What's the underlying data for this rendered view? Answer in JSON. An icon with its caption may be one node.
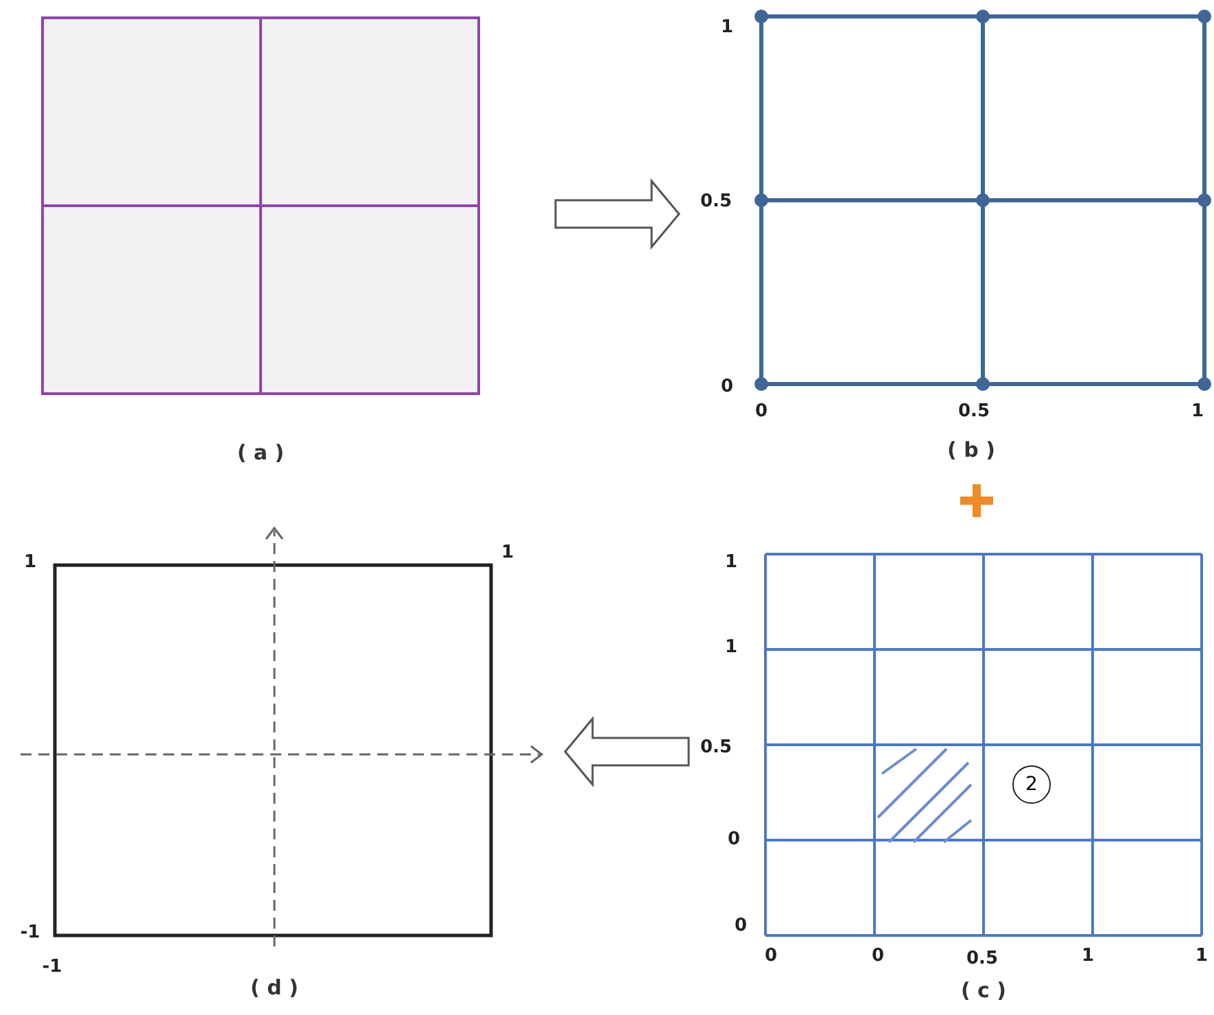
{
  "diagram": {
    "nodes": [
      {
        "text": [],
        "shape": "grid",
        "beside": [
          "( a )"
        ]
      },
      {
        "text": [],
        "shape": "grid",
        "beside": [
          "( b )"
        ]
      },
      {
        "text": [],
        "shape": "grid",
        "beside": [
          "( c )"
        ]
      },
      {
        "text": [],
        "shape": "box",
        "beside": [
          "( d )"
        ]
      },
      {
        "text": [
          "2"
        ],
        "in": 2
      }
    ],
    "edges": [
      {
        "from": 0,
        "to": 1,
        "arrow": "to"
      },
      {
        "from": 2,
        "to": 3,
        "arrow": "to"
      }
    ],
    "labels": [
      "1",
      "0.5",
      "0",
      "0",
      "0.5",
      "1",
      "1",
      "1",
      "0.5",
      "0",
      "0",
      "0",
      "0",
      "0.5",
      "1",
      "1",
      "1",
      "1",
      "-1",
      "-1"
    ]
  }
}
